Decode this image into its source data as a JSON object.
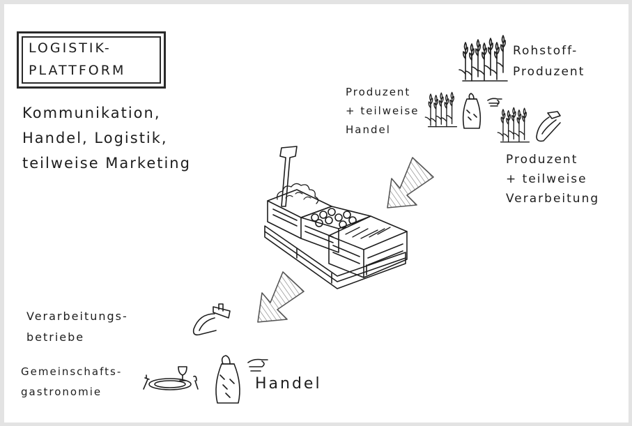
{
  "title_box": {
    "line1": "LOGISTIK-",
    "line2": "PLATTFORM"
  },
  "platform_functions": [
    "Kommunikation,",
    "Handel, Logistik,",
    "teilweise Marketing"
  ],
  "supplier_groups": {
    "rohstoff": [
      "Rohstoff-",
      "Produzent"
    ],
    "produzent_handel": [
      "Produzent",
      "+ teilweise",
      "Handel"
    ],
    "produzent_verarbeitung": [
      "Produzent",
      "+ teilweise",
      "Verarbeitung"
    ]
  },
  "customer_groups": {
    "verarbeitung": [
      "Verarbeitungs-",
      "betriebe"
    ],
    "gastronomie": [
      "Gemeinschafts-",
      "gastronomie"
    ],
    "handel": "Handel"
  },
  "icons": [
    "wheat-icon",
    "sack-icon",
    "hand-icon",
    "peeler-icon",
    "pallet-crates-icon",
    "arrow-icon",
    "plate-cutlery-icon",
    "wine-glass-icon"
  ],
  "colors": {
    "ink": "#1d1d1d",
    "paper": "#ffffff",
    "frame": "#e3e3e3"
  }
}
